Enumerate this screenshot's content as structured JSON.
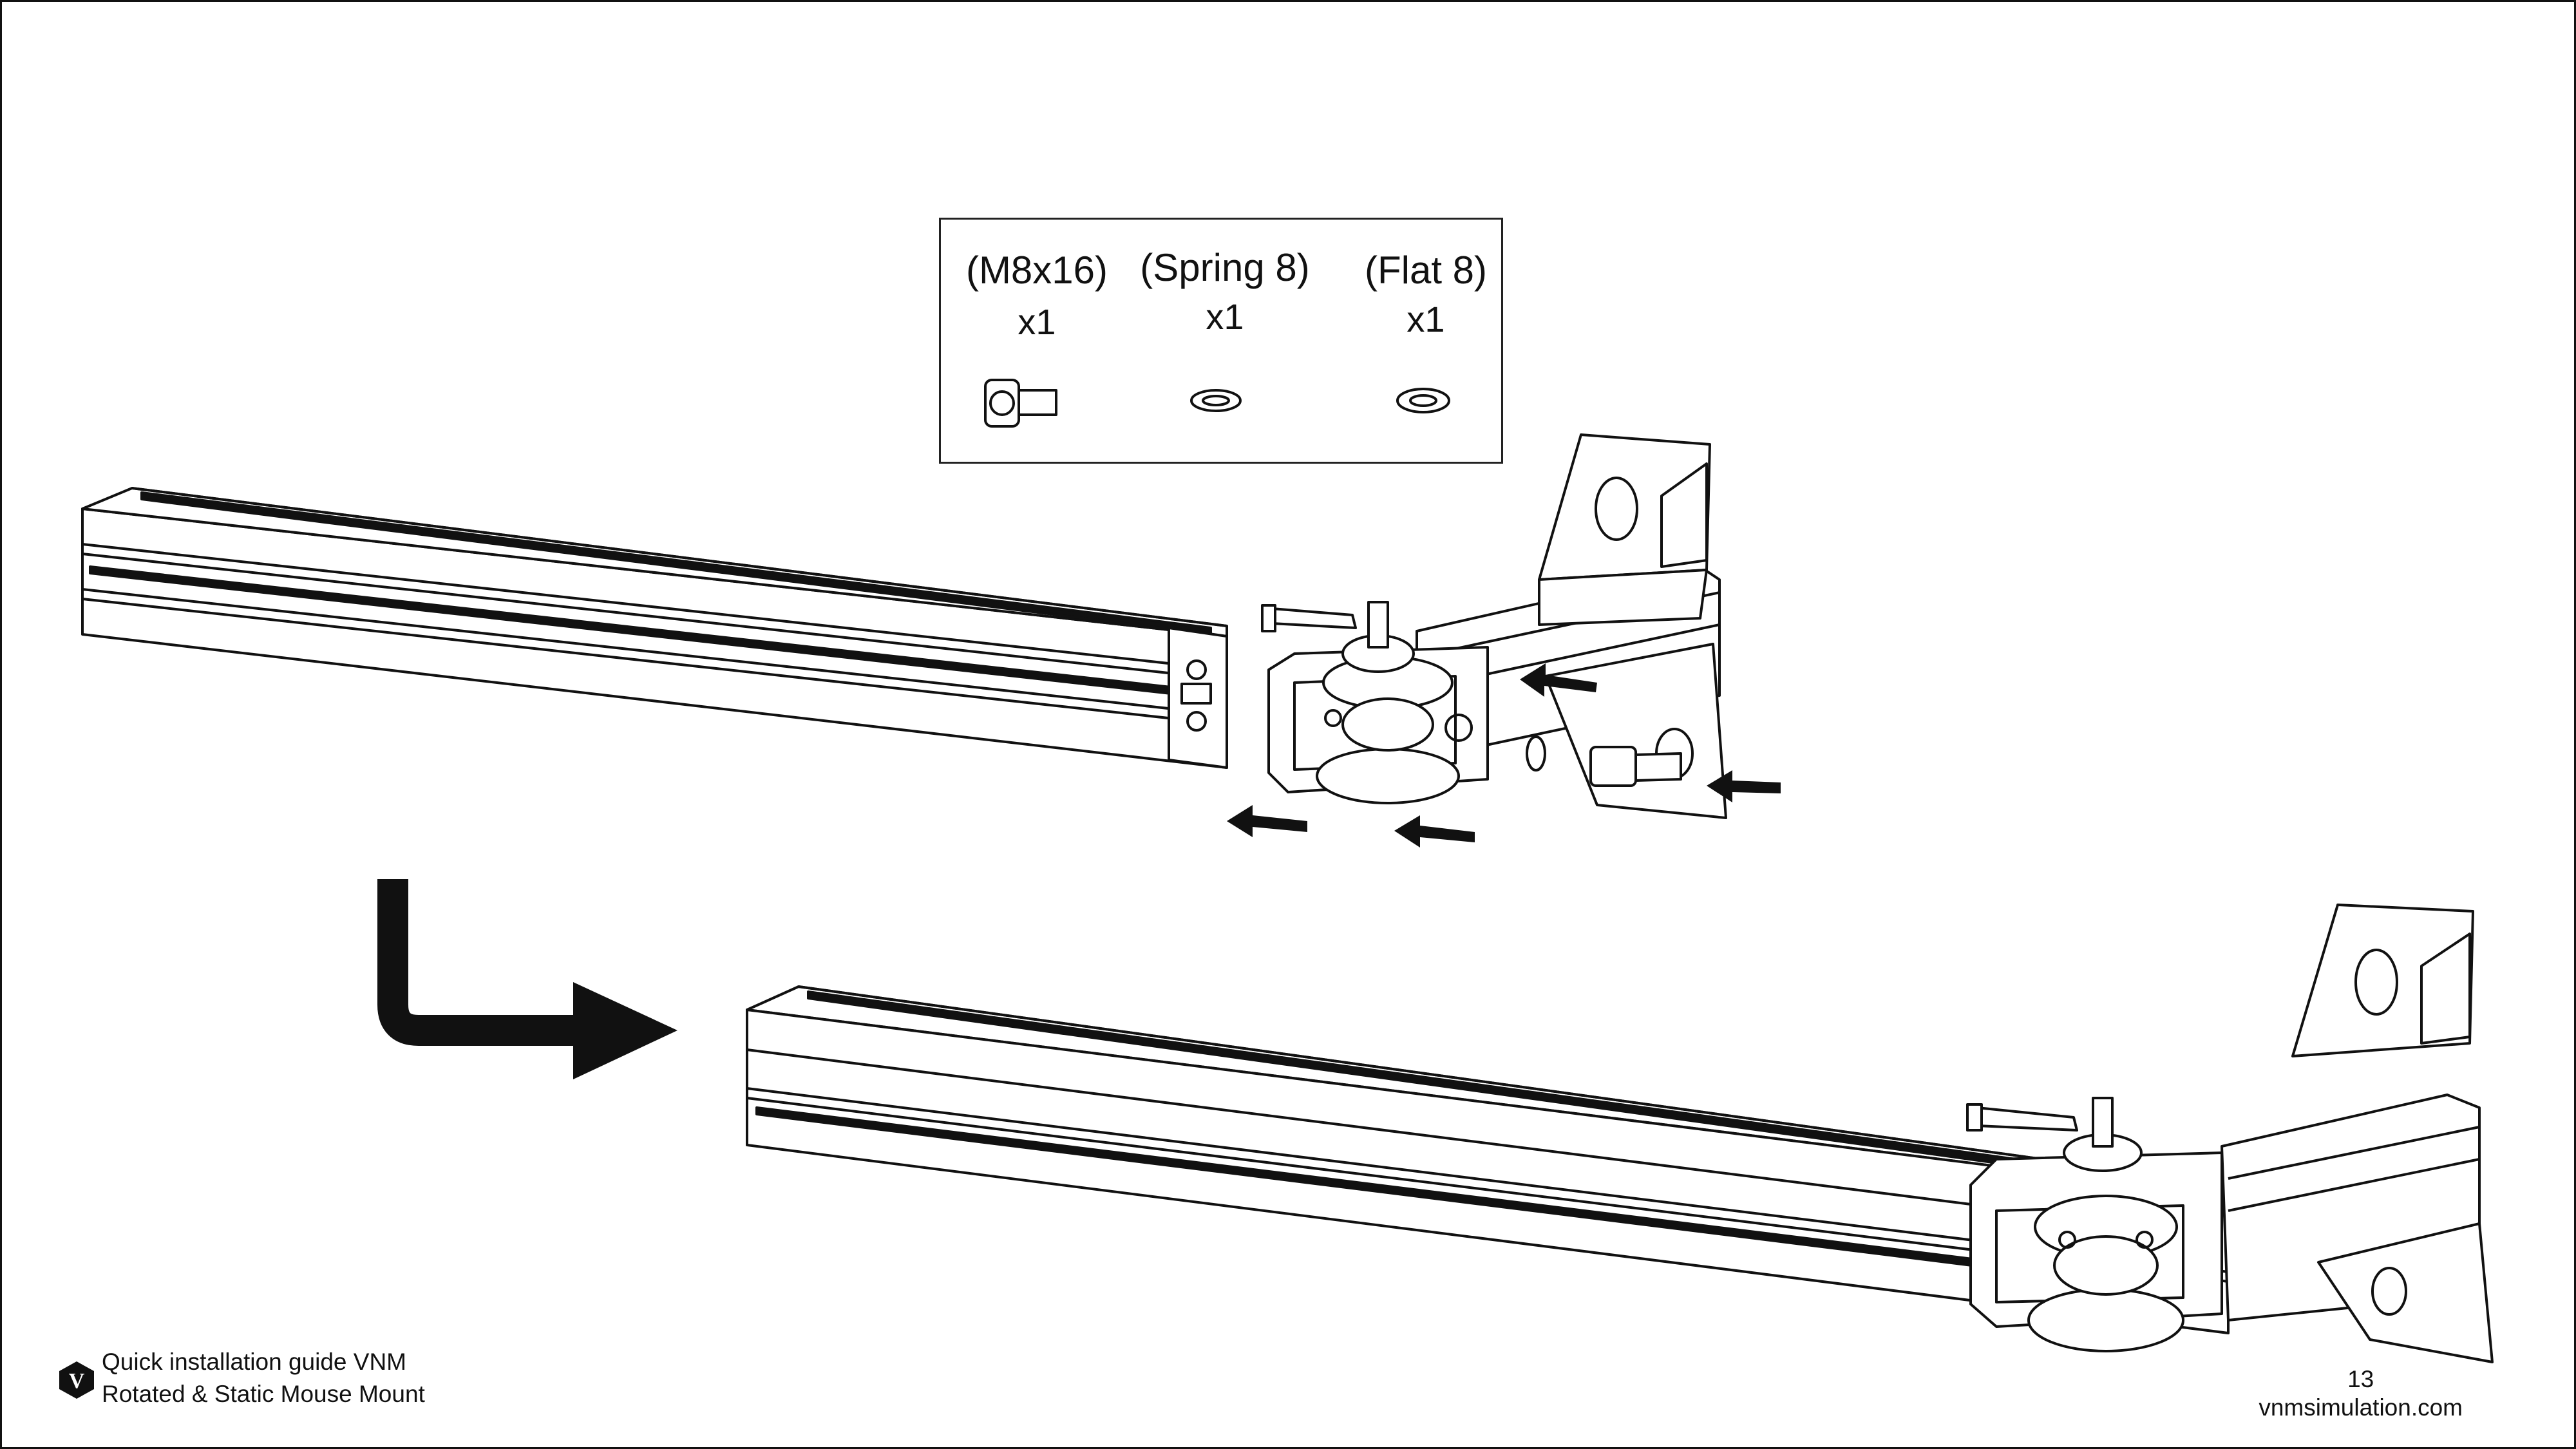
{
  "hardware": {
    "items": [
      {
        "name": "(M8x16)",
        "qty": "x1",
        "icon": "cap-screw-icon"
      },
      {
        "name": "(Spring 8)",
        "qty": "x1",
        "icon": "spring-washer-icon"
      },
      {
        "name": "(Flat 8)",
        "qty": "x1",
        "icon": "flat-washer-icon"
      }
    ]
  },
  "footer": {
    "guide_title": "Quick installation guide VNM",
    "product_name": "Rotated & Static Mouse Mount",
    "logo_letter": "V",
    "page_number": "13",
    "website": "vnmsimulation.com"
  },
  "colors": {
    "line": "#111111",
    "background": "#ffffff"
  }
}
